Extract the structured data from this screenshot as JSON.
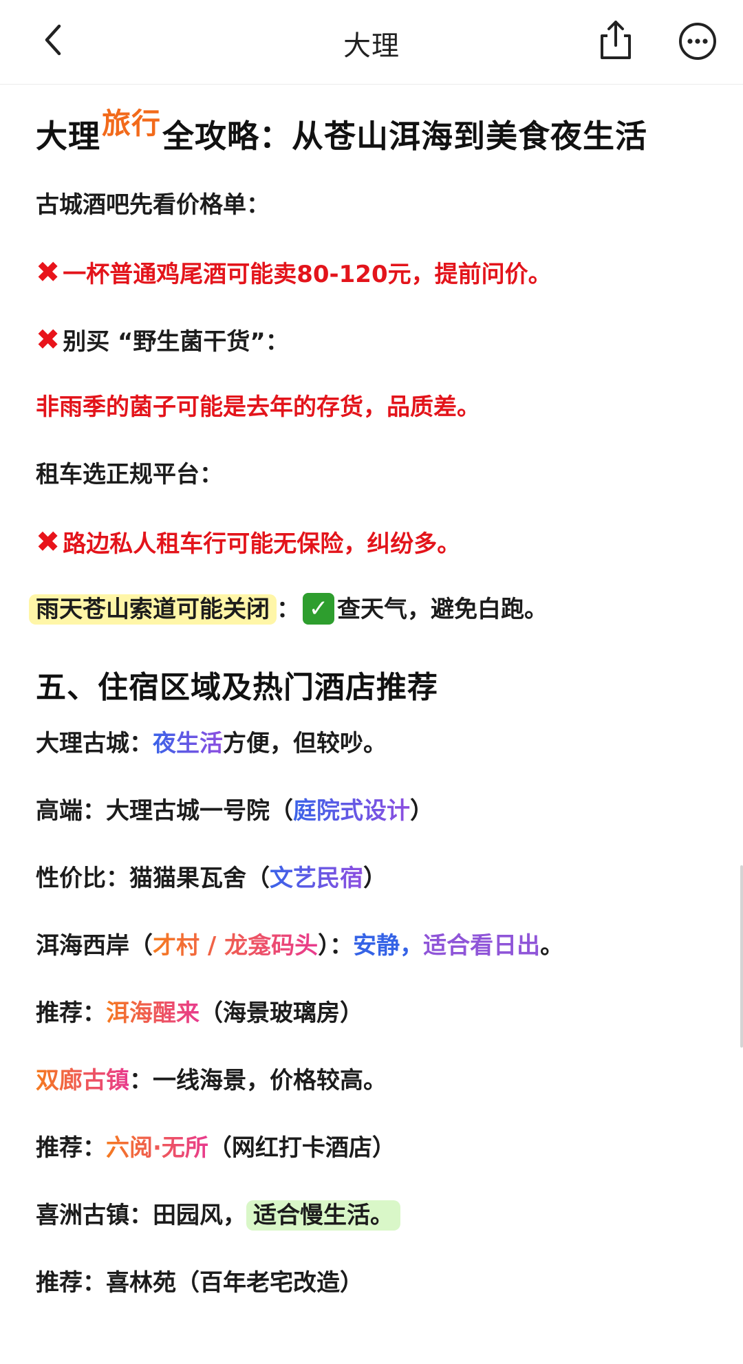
{
  "header": {
    "title": "大理"
  },
  "icons": {
    "back": "back-icon",
    "share": "share-icon",
    "more": "more-icon",
    "cross": "cross-mark-icon",
    "check": "check-mark-icon"
  },
  "colors": {
    "red_text": "#e3141b",
    "highlight_yellow": "#fff6a8",
    "highlight_green": "#d9f7c8",
    "accent_blue": "#3563e6",
    "accent_purple": "#8f55d8",
    "accent_orange": "#f57a1f",
    "accent_pink": "#e83a8e"
  },
  "article": {
    "title_part1": "大理",
    "title_sticker": "旅行",
    "title_part2": "全攻略：从苍山洱海到美食夜生活",
    "bar_heading": "古城酒吧先看价格单：",
    "bar_warning": "一杯普通鸡尾酒可能卖80-120元，提前问价。",
    "mushroom_heading": "别买 “野生菌干货”：",
    "mushroom_warning": "非雨季的菌子可能是去年的存货，品质差。",
    "car_heading": "租车选正规平台：",
    "car_warning": "路边私人租车行可能无保险，纠纷多。",
    "cangshan_highlight": "雨天苍山索道可能关闭",
    "cangshan_colon": "：",
    "cangshan_tip": "查天气，避免白跑。",
    "section_five": "五、住宿区域及热门酒店推荐",
    "oldtown_label": "大理古城：",
    "oldtown_nightlife": "夜生活",
    "oldtown_rest": "方便，但较吵。",
    "highend_label": "高端：大理古城一号院（",
    "highend_note": "庭院式设计",
    "highend_close": "）",
    "value_label": "性价比：猫猫果瓦舍（",
    "value_note": "文艺民宿",
    "value_close": "）",
    "westbank_label": "洱海西岸（",
    "westbank_places": "才村 / 龙龛码头",
    "westbank_mid": "）：",
    "westbank_quiet": "安静，",
    "westbank_sunrise": "适合看日出",
    "westbank_end": "。",
    "rec1_label": "推荐：",
    "rec1_name": "洱海醒来",
    "rec1_note": "（海景玻璃房）",
    "shuanglang_name": "双廊古镇",
    "shuanglang_rest": "：一线海景，价格较高。",
    "rec2_label": "推荐：",
    "rec2_name": "六阅·无所",
    "rec2_note": "（网红打卡酒店）",
    "xizhou_label": "喜洲古镇：田园风，",
    "xizhou_highlight": "适合慢生活。",
    "rec3_text": "推荐：喜林苑（百年老宅改造）"
  }
}
